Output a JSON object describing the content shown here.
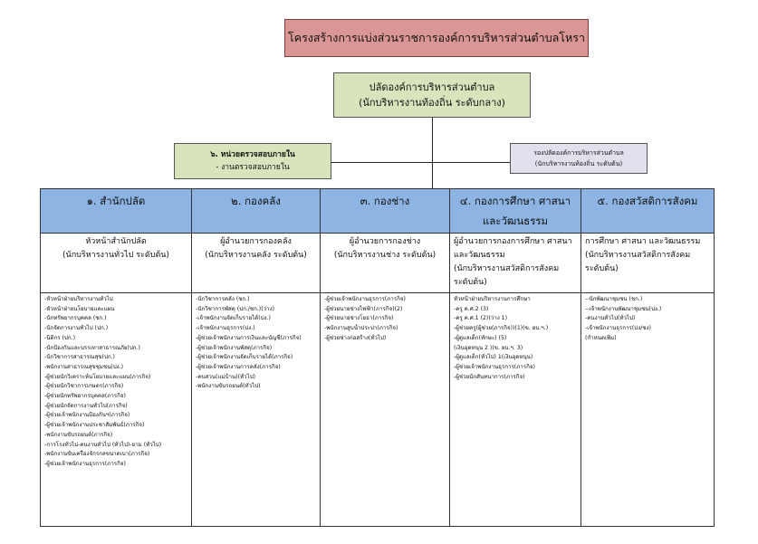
{
  "title": "โครงสร้างการแบ่งส่วนราชการองค์การบริหารส่วนตำบลโหรา",
  "chief": {
    "line1": "ปลัดองค์การบริหารส่วนตำบล",
    "line2": "(นักบริหารงานท้องถิ่น ระดับกลาง)"
  },
  "audit": {
    "line1": "๖. หน่วยตรวจสอบภายใน",
    "line2": "- งานตรวจสอบภายใน"
  },
  "deputy": {
    "line1": "รองปลัดองค์การบริหารส่วนตำบล",
    "line2": "(นักบริหารงานท้องถิ่น ระดับต้น)"
  },
  "columns": [
    {
      "header": "๑.  สำนักปลัด",
      "head_lines": [
        "หัวหน้าสำนักปลัด",
        "(นักบริหารงานทั่วไป ระดับต้น)"
      ],
      "staff": [
        "-หัวหน้าฝ่ายบริหารงานทั่วไป",
        "-หัวหน้าฝ่ายนโยบายและแผน",
        "-นักทรัพยากรบุคคล (ชก.)",
        "-นักจัดการงานทั่วไป (ปก.)",
        "-นิติกร (ปก.)",
        "-นักป้องกันและบรรเทาสาธารณภัย(ปก.)",
        "-นักวิชาการสาธารณสุข(ปก.)",
        "-พนักงานสาธารณสุขชุมชน(ปง.)",
        "-ผู้ช่วยนักวิเคราะห์นโยบายและแผน(ภารกิจ)",
        "-ผู้ช่วยนักวิชาการเกษตร(ภารกิจ)",
        "-ผู้ช่วยนักทรัพยากรบุคคล(ภารกิจ)",
        "-ผู้ช่วยนักจัดการงานทั่วไป(ภารกิจ)",
        "-ผู้ช่วยเจ้าพนักงานป้องกันฯ(ภารกิจ)",
        "-ผู้ช่วยเจ้าพนักงานประชาสัมพันธ์(ภารกิจ)",
        "-พนักงานขับรถยนต์(ภารกิจ)",
        "-การโรงทั่วไป-คนงานทั่วไป (ทั่วไป)-ยาม (ทั่วไป)",
        "-พนักงานขับเครื่องจักรกลขนาดเบา(ภารกิจ)",
        "-ผู้ช่วยเจ้าพนักงานธุรการ(ภารกิจ)"
      ]
    },
    {
      "header": "๒. กองคลัง",
      "head_lines": [
        "ผู้อำนวยการกองคลัง",
        "(นักบริหารงานคลัง ระดับต้น)"
      ],
      "staff": [
        "-นักวิชาการคลัง (ชก.)",
        "-นักวิชาการพัสดุ (ปก./ชก.)(ว่าง)",
        "-เจ้าพนักงานจัดเก็บรายได้(ปง.)",
        "-เจ้าพนักงานธุรการ(ปง.)",
        "-ผู้ช่วยเจ้าพนักงานการเงินและบัญชี(ภารกิจ)",
        "-ผู้ช่วยเจ้าพนักงานพัสดุ(ภารกิจ)",
        "-ผู้ช่วยเจ้าพนักงานจัดเก็บรายได้(ภารกิจ)",
        "-ผู้ช่วยเจ้าพนักงานการคลัง(ภารกิจ)",
        "-คนสวน(แม่บ้าน)(ทั่วไป)",
        "-พนักงานขับรถยนต์(ทั่วไป)"
      ]
    },
    {
      "header": "๓. กองช่าง",
      "head_lines": [
        "ผู้อำนวยการกองช่าง",
        "(นักบริหารงานช่าง ระดับต้น)"
      ],
      "staff": [
        "-ผู้ช่วยเจ้าพนักงานธุรการ(ภารกิจ)",
        "-ผู้ช่วยนายช่างไฟฟ้า(ภารกิจ)(2)",
        "-ผู้ช่วยนายช่างโยธา(ภารกิจ)",
        "-พนักงานสูบน้ำประปา(ภารกิจ)",
        "-ผู้ช่วยช่างก่อสร้าง(ทั่วไป)"
      ]
    },
    {
      "header": "๔. กองการศึกษา ศาสนา และวัฒนธรรม",
      "head_lines": [
        "ผู้อำนวยการกองการศึกษา ศาสนา และวัฒนธรรม",
        "(นักบริหารงานสวัสดิการสังคม ระดับต้น)"
      ],
      "staff": [
        "หัวหน้าฝ่ายบริหารงานการศึกษา",
        "-ครู ค.ศ.2 (3)",
        "-ครู ค.ศ.1 (2)(ว่าง 1)",
        "-ผู้ช่วยครู(ผู้ช่วย(ภารกิจ))(1)(ข. ยบ.ฯ.)",
        "-ผู้ดูแลเด็ก(ทักษะ) (5)",
        "(เงินอุดหนุน 2 )(ข. ยบ.ฯ. 3)",
        "-ผู้ดูแลเด็ก(ทั่วไป) 1(เงินอุดหนุน)",
        "-ผู้ช่วยเจ้าพนักงานธุรการ(ภารกิจ)",
        "-ผู้ช่วยนักสันทนาการ(ภารกิจ)"
      ]
    },
    {
      "header": "๕. กองสวัสดิการสังคม",
      "head_lines": [
        "การศึกษา ศาสนา และวัฒนธรรม",
        "(นักบริหารงานสวัสดิการสังคม ระดับต้น)"
      ],
      "staff": [
        "--นักพัฒนาชุมชน (ชก.)",
        "--เจ้าพนักงานพัฒนาชุมชน(ปง.)",
        "-คนงานทั่วไป(ทั่วไป)",
        "-เจ้าพนักงานธุรการ(ปง/ชง)",
        "   (กำหนดเพิ่ม)"
      ]
    }
  ]
}
